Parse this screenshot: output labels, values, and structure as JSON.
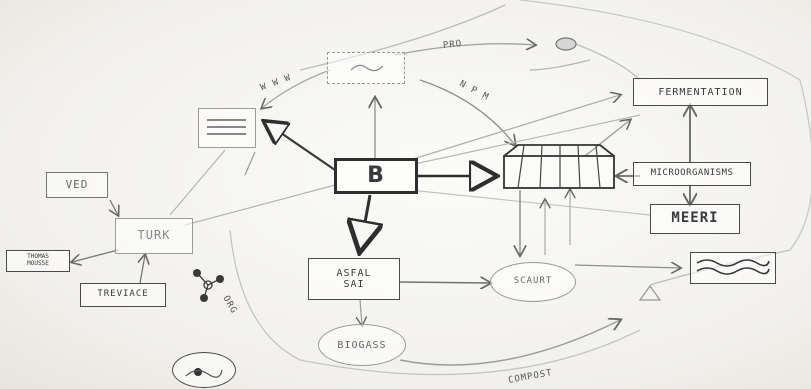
{
  "nodes": {
    "center": "B",
    "hub": "",
    "greenhouse": "",
    "fermentation": "FERMENTATION",
    "microorganisms": "MICROORGANISMS",
    "meeri": "MEERI",
    "turk": "TURK",
    "ved": "VED",
    "treviace": "TREVIACE",
    "left_small": "THOMAS\nMOUSSE",
    "asfal": "ASFAL\nSAI",
    "scaurt": "SCAURT",
    "biogass": "BIOGASS",
    "bottom_left": "",
    "water": ""
  },
  "edge_labels": {
    "npm": "N P M",
    "pro": "PRO",
    "www": "W W W",
    "org": "ORG",
    "compost": "COMPOST"
  }
}
